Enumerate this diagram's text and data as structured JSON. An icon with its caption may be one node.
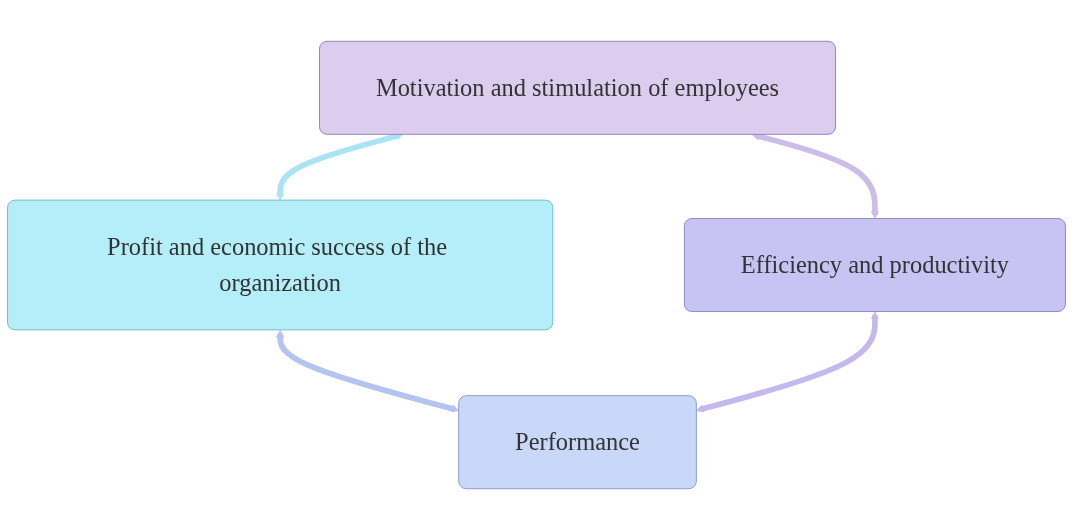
{
  "diagram": {
    "nodes": [
      {
        "text": [
          "Motivation and stimulation of employees"
        ]
      },
      {
        "text": [
          "Profit and economic success of the organization"
        ]
      },
      {
        "text": [
          "Efficiency and productivity"
        ]
      },
      {
        "text": [
          "Performance"
        ]
      }
    ],
    "edges": [
      {
        "from": 0,
        "to": 1,
        "arrow": "both",
        "color": "#a8e4f4"
      },
      {
        "from": 0,
        "to": 2,
        "arrow": "both",
        "color": "#cbbde8"
      },
      {
        "from": 1,
        "to": 3,
        "arrow": "both",
        "color": "#b4c4f0"
      },
      {
        "from": 2,
        "to": 3,
        "arrow": "both",
        "color": "#c4b8ee"
      }
    ]
  }
}
